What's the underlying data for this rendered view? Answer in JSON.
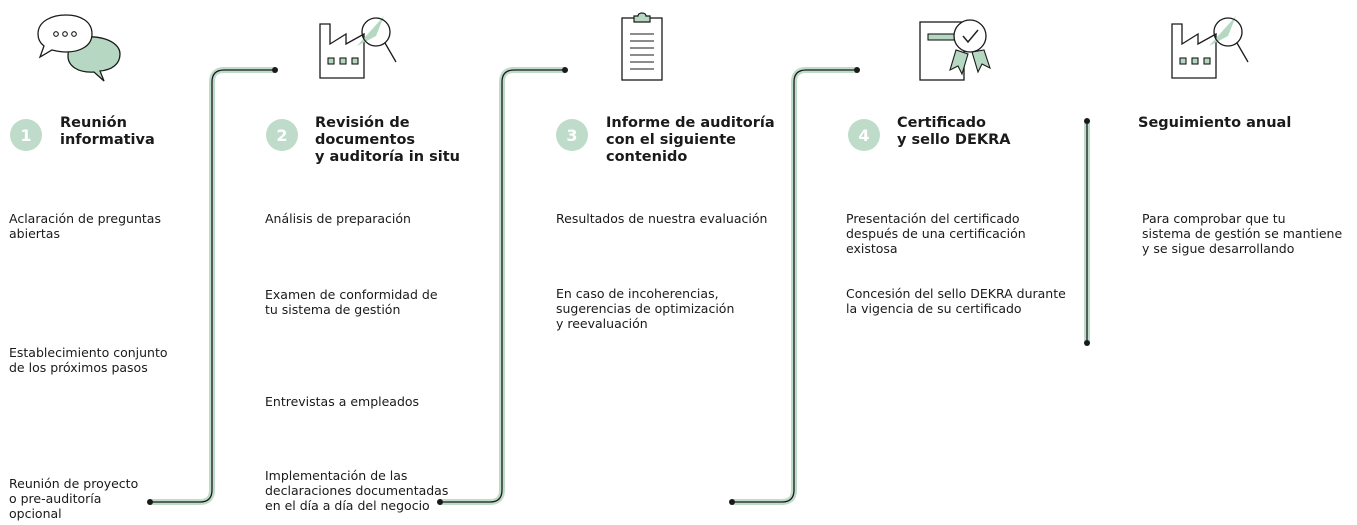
{
  "colors": {
    "accent": "#bfdcca",
    "icon_fill": "#b6d8c2",
    "line": "#1a1a1a"
  },
  "steps": [
    {
      "number": "1",
      "title": "Reunión\ninformativa",
      "icon": "speech-bubbles-icon",
      "items": [
        "Aclaración de preguntas\nabiertas",
        "Establecimiento conjunto\nde los próximos pasos",
        "Reunión de proyecto\no pre-auditoría\nopcional"
      ]
    },
    {
      "number": "2",
      "title": "Revisión de\ndocumentos\ny auditoría in situ",
      "icon": "factory-magnifier-icon",
      "items": [
        "Análisis de preparación",
        "Examen de conformidad de\ntu sistema de gestión",
        "Entrevistas a empleados",
        "Implementación de las\ndeclaraciones documentadas\nen el día a día del negocio"
      ]
    },
    {
      "number": "3",
      "title": "Informe de auditoría\ncon el siguiente\ncontenido",
      "icon": "clipboard-icon",
      "items": [
        "Resultados de nuestra evaluación",
        "En caso de incoherencias,\nsugerencias de optimización\ny reevaluación"
      ]
    },
    {
      "number": "4",
      "title": "Certificado\ny sello DEKRA",
      "icon": "certificate-seal-icon",
      "items": [
        "Presentación del certificado\ndespués de una certificación\nexistosa",
        "Concesión del sello DEKRA durante\nla vigencia de su certificado"
      ]
    },
    {
      "number": "",
      "title": "Seguimiento anual",
      "icon": "factory-magnifier-icon",
      "items": [
        "Para comprobar que tu\nsistema de gestión se mantiene\ny se sigue desarrollando"
      ]
    }
  ]
}
